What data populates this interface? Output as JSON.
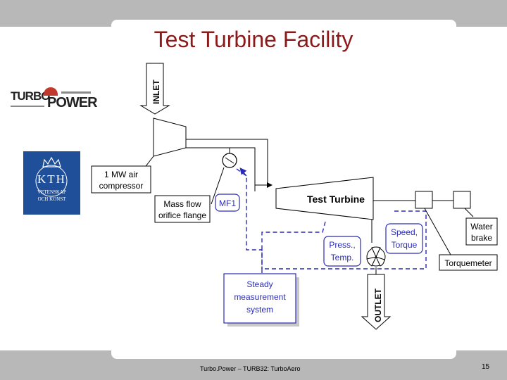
{
  "slide": {
    "title": "Test Turbine Facility",
    "footer": "Turbo.Power – TURB32: TurboAero",
    "page_number": "15"
  },
  "logos": {
    "turbopower_line1": "TURBO",
    "turbopower_line2": "POWER",
    "kth_name": "KTH",
    "kth_line1": "VETENSKAP",
    "kth_line2": "OCH KONST"
  },
  "diagram": {
    "inlet": "INLET",
    "outlet": "OUTLET",
    "compressor_line1": "1 MW air",
    "compressor_line2": "compressor",
    "mass_flow_line1": "Mass flow",
    "mass_flow_line2": "orifice flange",
    "mf1": "MF1",
    "test_turbine": "Test Turbine",
    "water_brake_line1": "Water",
    "water_brake_line2": "brake",
    "speed": "Speed,",
    "torque": "Torque",
    "press": "Press.,",
    "temp": "Temp.",
    "torquemeter": "Torquemeter",
    "steady_line1": "Steady",
    "steady_line2": "measurement",
    "steady_line3": "system"
  },
  "colors": {
    "title": "#8b1a1a",
    "bars": "#b8b8b8",
    "measurement_blue": "#2a2ab8",
    "kth_blue": "#1f4f99",
    "turbo_red": "#c0392b"
  }
}
